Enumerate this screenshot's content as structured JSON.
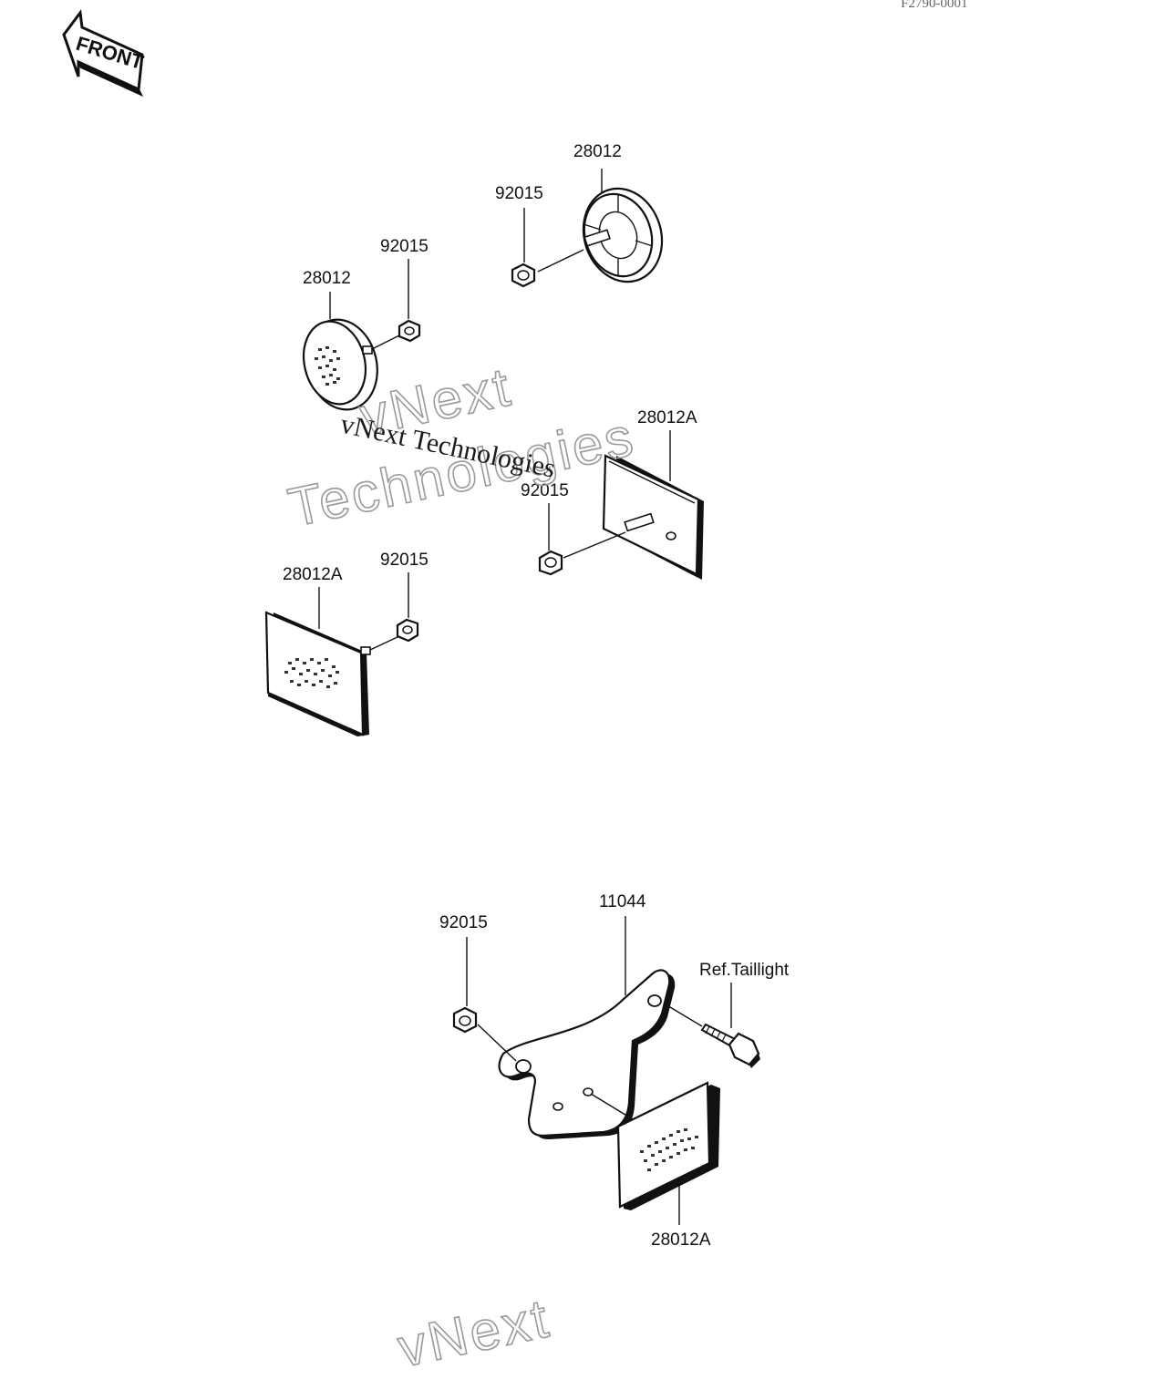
{
  "diagram": {
    "reference_code": "F2790-0001",
    "front_arrow_label": "FRONT",
    "watermark": {
      "outline_line1": "vNext",
      "outline_line2": "Technologies",
      "serif_text": "vNext Technologies",
      "bottom_fragment": "vNext"
    },
    "labels": {
      "reflector_round_upper": "28012",
      "nut_round_upper": "92015",
      "reflector_round_left": "28012",
      "nut_round_left": "92015",
      "reflector_rect_right": "28012A",
      "nut_rect_right": "92015",
      "reflector_rect_left": "28012A",
      "nut_rect_left": "92015",
      "nut_bracket": "92015",
      "bracket": "11044",
      "ref_taillight": "Ref.Taillight",
      "reflector_rect_bracket": "28012A"
    }
  }
}
